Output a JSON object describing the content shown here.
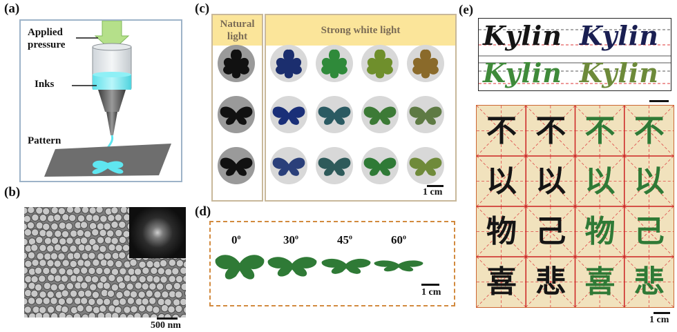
{
  "panels": {
    "a": {
      "label": "(a)",
      "applied_pressure": "Applied\npressure",
      "inks": "Inks",
      "pattern": "Pattern"
    },
    "b": {
      "label": "(b)",
      "scale": "500 nm"
    },
    "c": {
      "label": "(c)",
      "natural_header": "Natural\nlight",
      "strong_header": "Strong white light",
      "scale": "1 cm"
    },
    "d": {
      "label": "(d)",
      "angles": [
        "0",
        "30",
        "45",
        "60"
      ],
      "angle_unit": "o",
      "scale": "1 cm"
    },
    "e": {
      "label": "(e)",
      "kylin_words": [
        "Kylin",
        "Kylin",
        "Kylin",
        "Kylin"
      ],
      "scale": "1 cm",
      "characters": [
        [
          "不",
          "不",
          "不",
          "不"
        ],
        [
          "以",
          "以",
          "以",
          "以"
        ],
        [
          "物",
          "己",
          "物",
          "己"
        ],
        [
          "喜",
          "悲",
          "喜",
          "悲"
        ]
      ]
    }
  },
  "colors": {
    "frame_blue": "#9db3c8",
    "frame_tan": "#c8b89a",
    "header_yellow": "#fbe59a",
    "dash_orange": "#d28a3e",
    "ink_cyan": "#5fe6f0"
  }
}
